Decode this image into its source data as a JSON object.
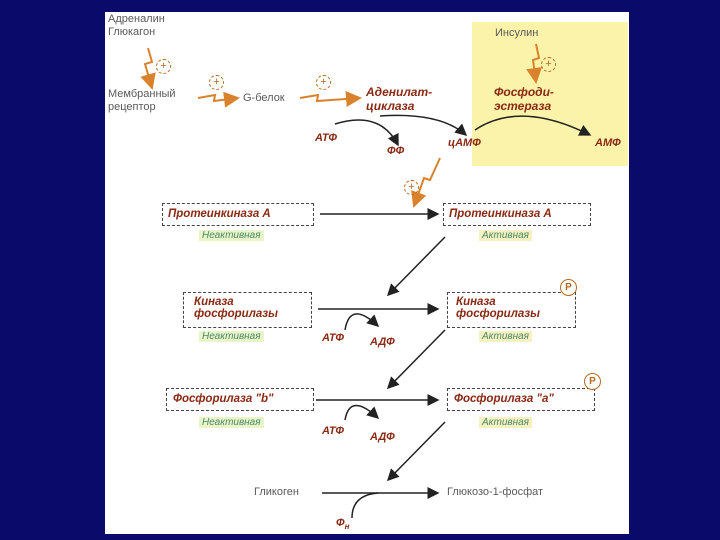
{
  "hormones": {
    "line1": "Адреналин",
    "line2": "Глюкагон"
  },
  "receptor": {
    "line1": "Мембранный",
    "line2": "рецептор"
  },
  "g_protein": "G-белок",
  "adenylate_cyclase": {
    "line1": "Аденилат-",
    "line2": "циклаза"
  },
  "insulin": "Инсулин",
  "phosphodiesterase": {
    "line1": "Фосфоди-",
    "line2": "эстераза"
  },
  "atp": "АТФ",
  "ff": "ФФ",
  "camp": "цАМФ",
  "amp": "АМФ",
  "adp": "АДФ",
  "plus_sign": "+",
  "p_badge": "P",
  "pka": {
    "name": "Протеинкиназа А"
  },
  "phk": {
    "line1": "Киназа",
    "line2": "фосфорилазы"
  },
  "ph_b": "Фосфорилаза \"b\"",
  "ph_a": "Фосфорилаза \"а\"",
  "inactive": "Неактивная",
  "active": "Активная",
  "glycogen": "Гликоген",
  "glucose1p": "Глюкозо-1-фосфат",
  "phi": {
    "main": "Ф",
    "sub": "н"
  },
  "colors": {
    "background": "#0a0a6b",
    "panel": "#ffffff",
    "insulin_zone": "#fbf3a9",
    "enzyme_text": "#8a2a14",
    "activation": "#d9822b"
  }
}
